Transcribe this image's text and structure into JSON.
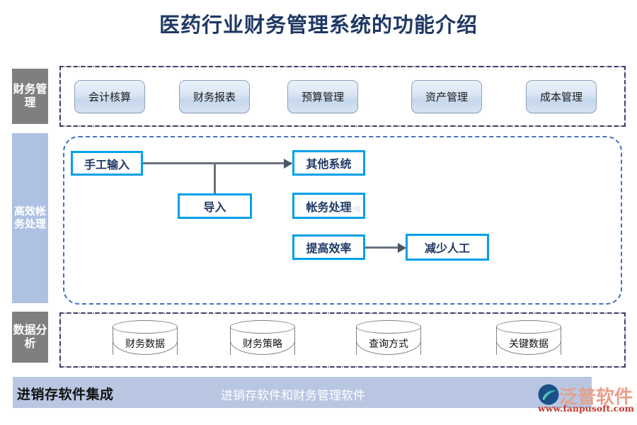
{
  "title": "医药行业财务管理系统的功能介绍",
  "categories": [
    {
      "label": "财务管理",
      "color": "#7f7f7f"
    },
    {
      "label": "高效帐务处理",
      "color": "#aec1e3"
    },
    {
      "label": "数据分析",
      "color": "#7f7f7f"
    }
  ],
  "finance_modules": [
    {
      "label": "会计核算"
    },
    {
      "label": "财务报表"
    },
    {
      "label": "预算管理"
    },
    {
      "label": "资产管理"
    },
    {
      "label": "成本管理"
    }
  ],
  "process_nodes": [
    {
      "label": "手工输入"
    },
    {
      "label": "其他系统"
    },
    {
      "label": "导入"
    },
    {
      "label": "帐务处理"
    },
    {
      "label": "提高效率"
    },
    {
      "label": "减少人工"
    }
  ],
  "data_stores": [
    {
      "label": "财务数据"
    },
    {
      "label": "财务策略"
    },
    {
      "label": "查询方式"
    },
    {
      "label": "关键数据"
    }
  ],
  "footer": {
    "left_label": "进销存软件集成",
    "center_label": "进销存软件和财务管理软件",
    "bar_color": "#b8c6e2"
  },
  "logo": {
    "brand": "泛普软件",
    "url": "www.fanpusoft.com",
    "mark_color": "#1b4f8a",
    "swoosh_color": "#27a89b",
    "text_color": "#e8a08a"
  },
  "watermark": {
    "text": "泛普软件"
  },
  "colors": {
    "title": "#1f3864",
    "flow_border": "#00a0e9",
    "flow_text": "#1f3864",
    "region_dash_dark": "#3a3f63",
    "region_dash_blue": "#4472c4",
    "connector": "#6b7280"
  }
}
